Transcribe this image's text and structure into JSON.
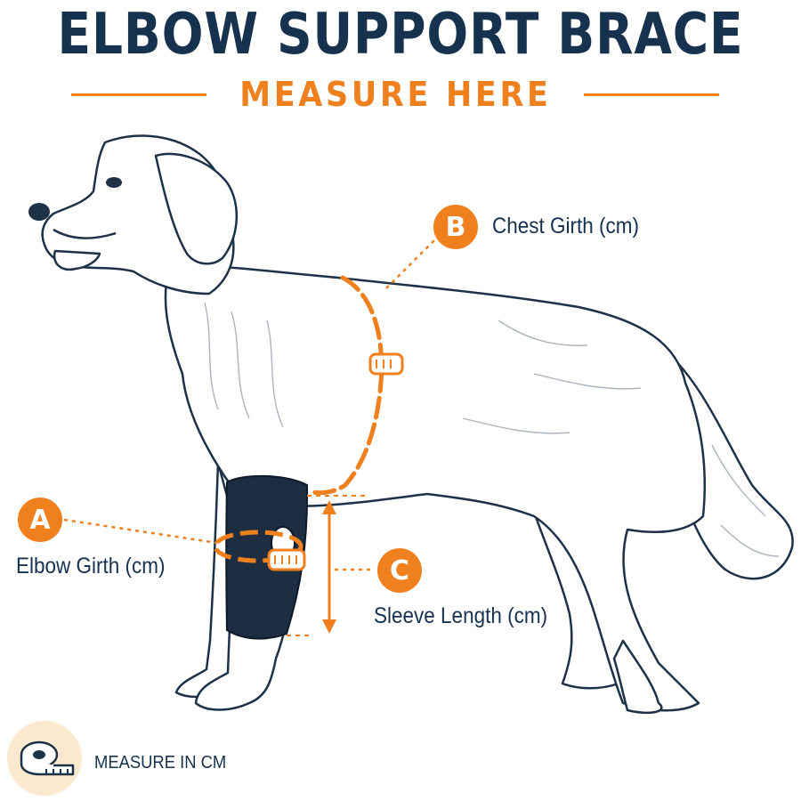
{
  "header": {
    "title": "ELBOW SUPPORT BRACE",
    "subtitle": "MEASURE HERE"
  },
  "measurements": [
    {
      "letter": "A",
      "label": "Elbow Girth (cm)"
    },
    {
      "letter": "B",
      "label": "Chest Girth (cm)"
    },
    {
      "letter": "C",
      "label": "Sleeve Length (cm)"
    }
  ],
  "footer": {
    "text": "MEASURE IN CM",
    "icon": "tape-measure-icon"
  },
  "colors": {
    "navy": "#16324f",
    "orange": "#f07f1e",
    "cream": "#fbead0"
  }
}
